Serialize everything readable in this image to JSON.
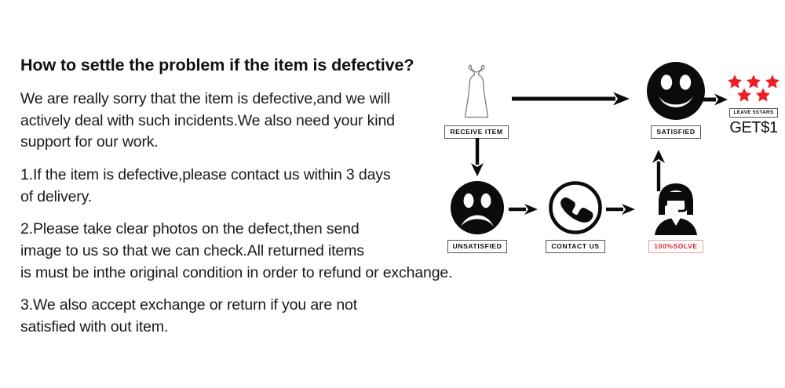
{
  "policy": {
    "title": "How to settle the problem if the item is defective?",
    "paragraphs": [
      {
        "id": "intro",
        "lines": [
          "We are really sorry that the item is defective,and we will",
          "actively deal with such incidents.We also need your kind",
          "support for our work."
        ]
      },
      {
        "id": "item-1",
        "lines": [
          "1.If the item is defective,please contact us within 3 days",
          "of delivery."
        ]
      },
      {
        "id": "item-2",
        "lines": [
          "2.Please take clear photos on the defect,then send",
          "image to us so that we can check.All returned items",
          "is must be inthe original condition in order to refund or exchange."
        ]
      },
      {
        "id": "item-3",
        "lines": [
          "3.We also accept exchange or return if you are not",
          "satisfied with out item."
        ]
      }
    ]
  },
  "flow": {
    "nodes": [
      {
        "id": "receive-item",
        "label": "RECEIVE ITEM",
        "icon": "dress-icon"
      },
      {
        "id": "satisfied",
        "label": "SATISFIED",
        "icon": "smiley-face-icon"
      },
      {
        "id": "reward",
        "label": "LEAVE 5STARS",
        "icon": "five-stars-icon",
        "reward_text": "GET$1",
        "star_count": 5
      },
      {
        "id": "unsatisfied",
        "label": "UNSATISFIED",
        "icon": "sad-face-icon"
      },
      {
        "id": "contact-us",
        "label": "CONTACT US",
        "icon": "phone-in-circle-icon"
      },
      {
        "id": "solve",
        "label": "100%SOLVE",
        "icon": "support-agent-icon"
      }
    ],
    "arrows": [
      {
        "id": "receive-to-satisfied",
        "direction": "right"
      },
      {
        "id": "satisfied-to-reward",
        "direction": "right"
      },
      {
        "id": "receive-to-unsatisfied",
        "direction": "down"
      },
      {
        "id": "unsatisfied-to-contact",
        "direction": "right"
      },
      {
        "id": "contact-to-solve",
        "direction": "right"
      },
      {
        "id": "solve-to-satisfied",
        "direction": "up"
      }
    ]
  },
  "colors": {
    "star_red": "#ed1c24",
    "solve_red": "#d8232a",
    "ink": "#111111",
    "background": "#ffffff"
  }
}
